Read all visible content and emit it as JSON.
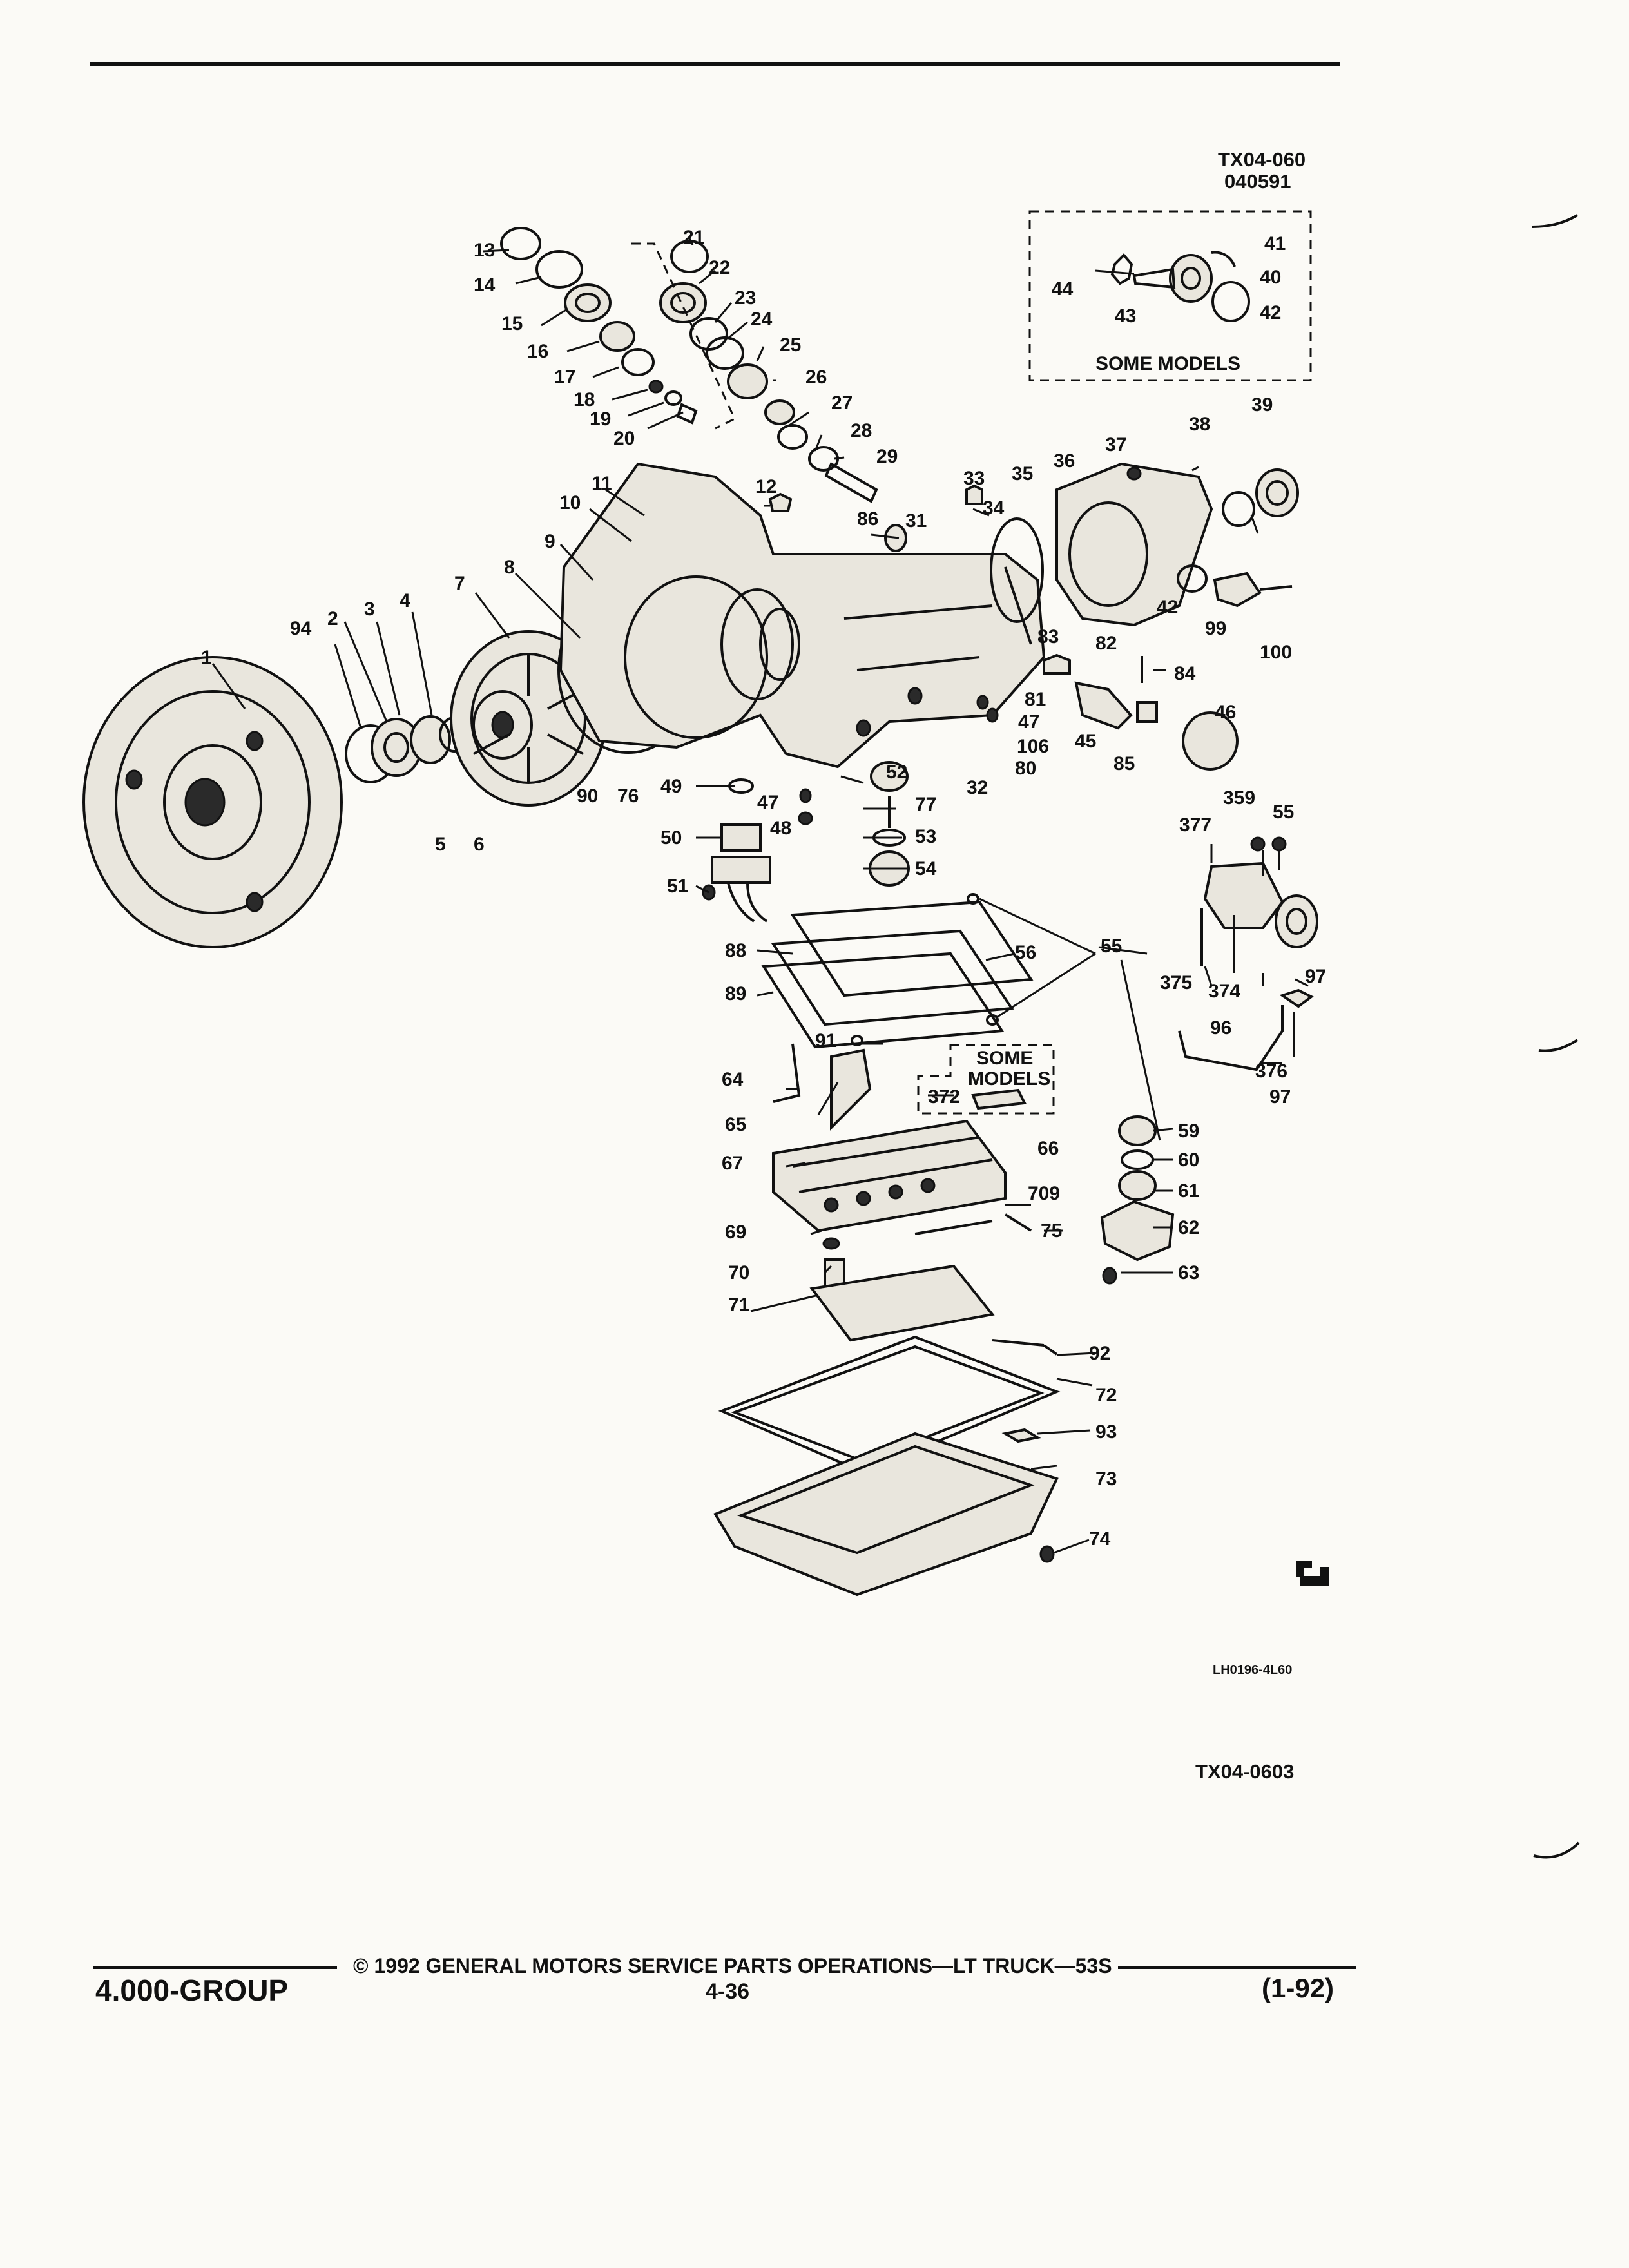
{
  "header": {
    "figure_code": "TX04-060",
    "figure_date": "040591"
  },
  "inset": {
    "caption": "SOME MODELS"
  },
  "some_models_box": {
    "line1": "SOME",
    "line2": "MODELS"
  },
  "callouts": [
    "1",
    "2",
    "3",
    "4",
    "5",
    "6",
    "7",
    "8",
    "9",
    "10",
    "11",
    "12",
    "13",
    "14",
    "15",
    "16",
    "17",
    "18",
    "19",
    "20",
    "21",
    "22",
    "23",
    "24",
    "25",
    "26",
    "27",
    "28",
    "29",
    "31",
    "32",
    "33",
    "34",
    "35",
    "36",
    "37",
    "38",
    "39",
    "40",
    "41",
    "42",
    "43",
    "44",
    "45",
    "46",
    "47",
    "48",
    "49",
    "50",
    "51",
    "52",
    "53",
    "54",
    "55",
    "56",
    "59",
    "60",
    "61",
    "62",
    "63",
    "64",
    "65",
    "66",
    "67",
    "69",
    "70",
    "71",
    "72",
    "73",
    "74",
    "75",
    "76",
    "77",
    "80",
    "81",
    "82",
    "83",
    "84",
    "85",
    "86",
    "88",
    "89",
    "90",
    "91",
    "92",
    "93",
    "94",
    "96",
    "97",
    "99",
    "100",
    "106",
    "359",
    "372",
    "374",
    "375",
    "376",
    "377",
    "709"
  ],
  "drawing_ref": "LH0196-4L60",
  "figure_number": "TX04-0603",
  "footer": {
    "group": "4.000-GROUP",
    "copyright": "© 1992 GENERAL MOTORS SERVICE PARTS OPERATIONS—LT TRUCK—53S",
    "page": "4-36",
    "date": "(1-92)"
  }
}
